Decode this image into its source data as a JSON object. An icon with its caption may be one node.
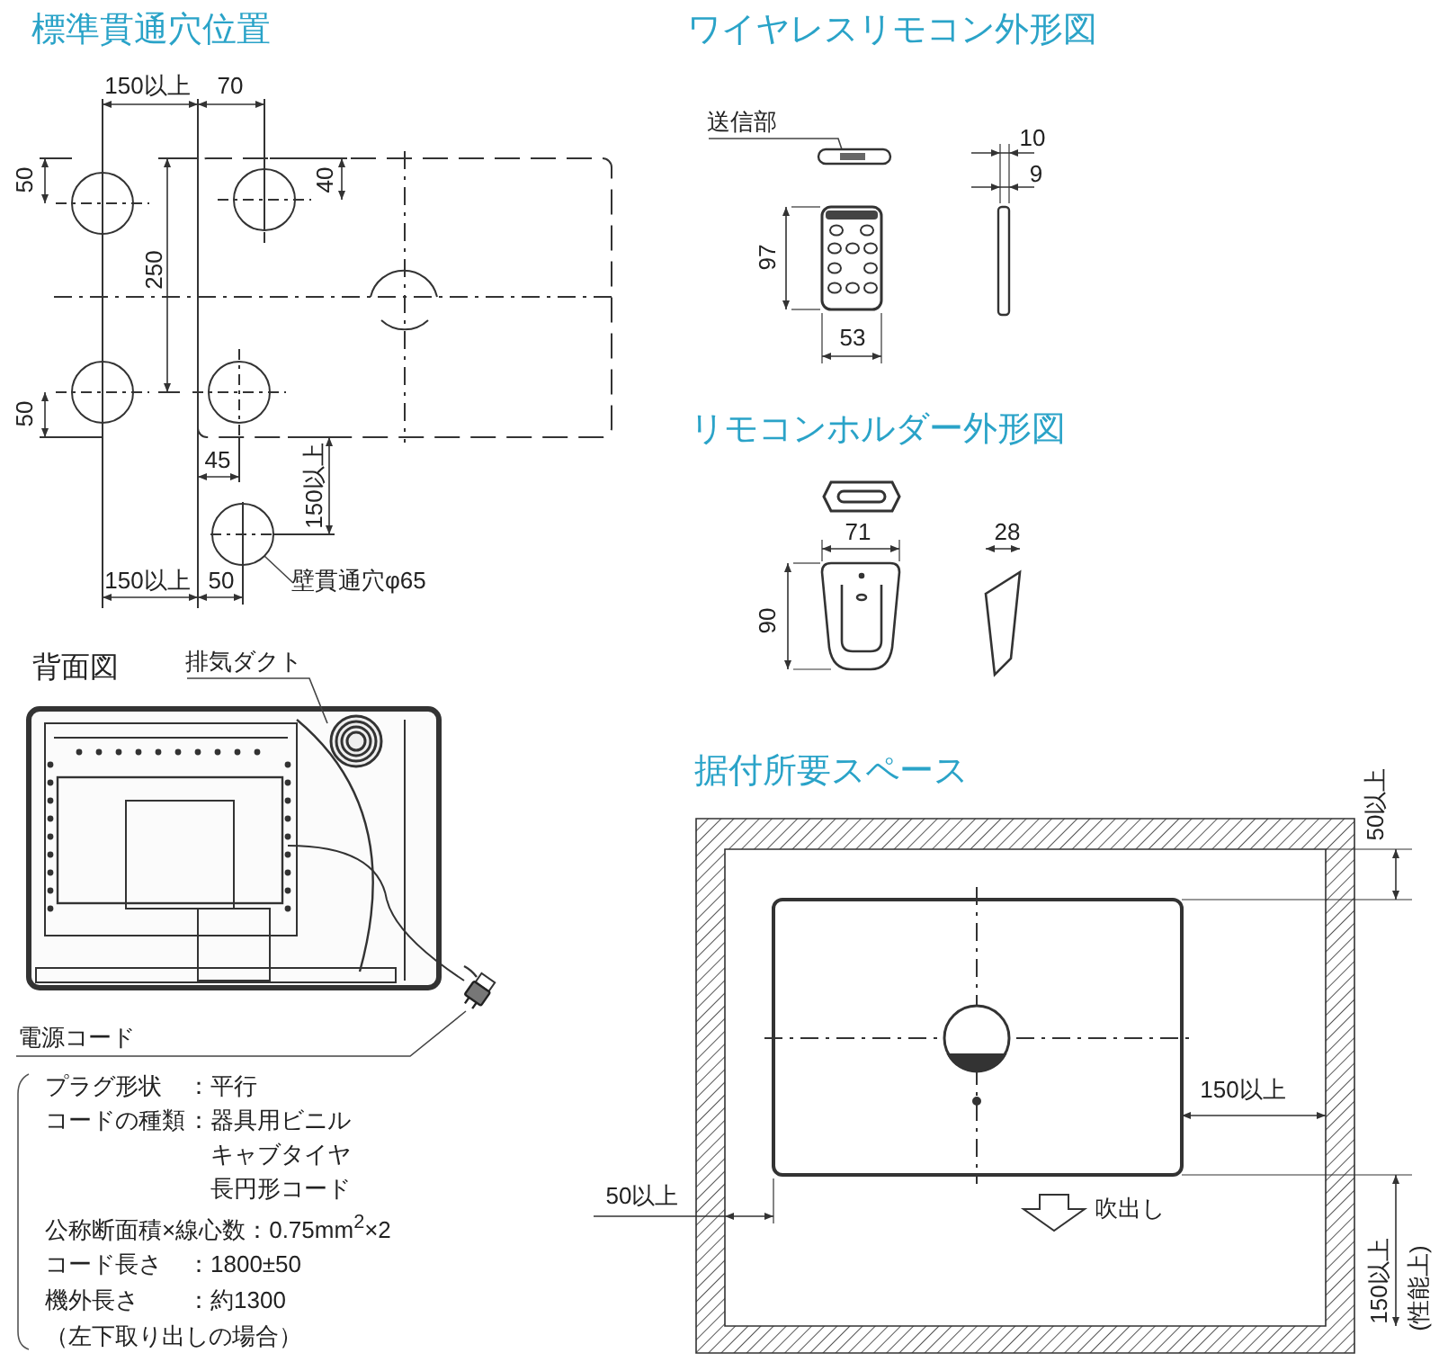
{
  "diagram": {
    "nodes": [
      {
        "text": [
          "送信部"
        ]
      },
      {
        "text": [],
        "shape": "picture"
      },
      {
        "text": [
          "排気ダクト"
        ]
      },
      {
        "text": [],
        "shape": "circle"
      },
      {
        "text": [
          "電源コード"
        ]
      },
      {
        "text": [],
        "shape": "picture"
      },
      {
        "text": [
          "壁貫通穴φ65"
        ]
      },
      {
        "text": [],
        "shape": "circle"
      }
    ],
    "edges": [
      {
        "from": 0,
        "to": 1,
        "arrow": "none"
      },
      {
        "from": 2,
        "to": 3,
        "arrow": "none"
      },
      {
        "from": 4,
        "to": 5,
        "arrow": "none"
      },
      {
        "from": 6,
        "to": 7,
        "arrow": "none"
      }
    ],
    "labels": [
      "標準貫通穴位置",
      "150以上",
      "70",
      "50",
      "40",
      "250",
      "50",
      "45",
      "150以上",
      "150以上",
      "50",
      "ワイヤレスリモコン外形図",
      "10",
      "9",
      "97",
      "53",
      "リモコンホルダー外形図",
      "71",
      "28",
      "90",
      "背面図",
      "プラグ形状",
      "：平行",
      "コードの種類",
      "：器具用ビニル",
      "キャブタイヤ",
      "長円形コード",
      "公称断面積×線心数：0.75mm$^{2}$×2",
      "コード長さ",
      "：1800±50",
      "機外長さ",
      "：約1300",
      "（左下取り出しの場合）",
      "据付所要スペース",
      "50以上",
      "150以上",
      "50以上",
      "吹出し",
      "150以上",
      "(性能上)"
    ]
  }
}
